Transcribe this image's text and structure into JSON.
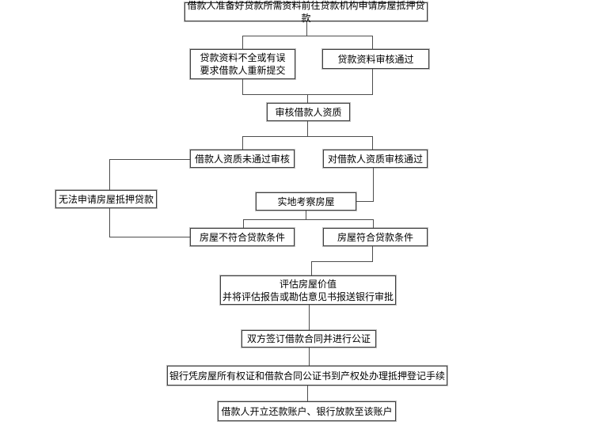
{
  "flowchart": {
    "line_color": "#4d4d4d",
    "node_border_color": "#3f3f3f",
    "node_background": "#ffffff",
    "nodes": {
      "prepare_application": "借款人准备好贷款所需资料前往贷款机构申请房屋抵押贷款",
      "materials_incomplete": "贷款资料不全或有误\n要求借款人重新提交",
      "materials_approved": "贷款资料审核通过",
      "review_borrower_qualification": "审核借款人资质",
      "qualification_rejected": "借款人资质未通过审核",
      "qualification_approved": "对借款人资质审核通过",
      "cannot_apply_loan": "无法申请房屋抵押贷款",
      "site_inspection": "实地考察房屋",
      "house_not_eligible": "房屋不符合贷款条件",
      "house_eligible": "房屋符合贷款条件",
      "appraise_house": "评估房屋价值\n并将评估报告或勘估意见书报送银行审批",
      "sign_contract_notarize": "双方签订借款合同并进行公证",
      "mortgage_registration": "银行凭房屋所有权证和借款合同公证书到产权处办理抵押登记手续",
      "open_repayment_account": "借款人开立还款账户、银行放款至该账户"
    }
  }
}
